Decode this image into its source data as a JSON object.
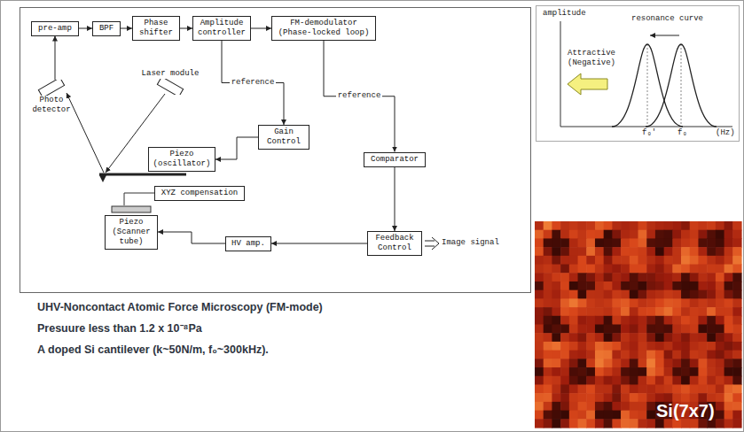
{
  "diagram": {
    "nodes": [
      {
        "text": [
          "pre-amp"
        ]
      },
      {
        "text": [
          "BPF"
        ]
      },
      {
        "text": [
          "Phase shifter"
        ]
      },
      {
        "text": [
          "Amplitude controller"
        ]
      },
      {
        "text": [
          "FM-demodulator (Phase-locked loop)"
        ]
      },
      {
        "text": [
          "Gain Control"
        ]
      },
      {
        "text": [
          "Comparator"
        ]
      },
      {
        "text": [
          "Feedback Control"
        ]
      },
      {
        "text": [
          "HV amp."
        ]
      },
      {
        "text": [
          "Piezo (Scanner tube)"
        ]
      },
      {
        "text": [
          "Photo detector"
        ]
      },
      {
        "text": [
          "Laser module"
        ]
      },
      {
        "text": [
          "Piezo (oscillator)"
        ]
      },
      {
        "text": [
          "XYZ compensation"
        ]
      }
    ],
    "edges": [
      {
        "from": 10,
        "to": 0,
        "arrow": "to"
      },
      {
        "from": 0,
        "to": 1,
        "arrow": "to"
      },
      {
        "from": 1,
        "to": 2,
        "arrow": "to"
      },
      {
        "from": 2,
        "to": 3,
        "arrow": "to"
      },
      {
        "from": 3,
        "to": 4,
        "arrow": "to"
      },
      {
        "from": 3,
        "to": 5,
        "label": "reference",
        "arrow": "to"
      },
      {
        "from": 4,
        "to": 6,
        "label": "reference",
        "arrow": "to"
      },
      {
        "from": 5,
        "to": 12,
        "arrow": "to"
      },
      {
        "from": 6,
        "to": 7,
        "arrow": "to"
      },
      {
        "from": 7,
        "to": 8,
        "arrow": "to"
      },
      {
        "from": 8,
        "to": 9,
        "arrow": "to"
      }
    ],
    "labels": [
      "Image signal",
      "resonance curve",
      "Attractive (Negative)",
      "f₀'",
      "f₀",
      "(Hz)",
      "amplitude",
      "Si(7x7)",
      "UHV-Noncontact Atomic Force Microscopy (FM-mode)",
      "Presuure less than 1.2 x 10⁻⁸Pa",
      "A doped Si cantilever (k~50N/m, f₀~300kHz)."
    ]
  }
}
